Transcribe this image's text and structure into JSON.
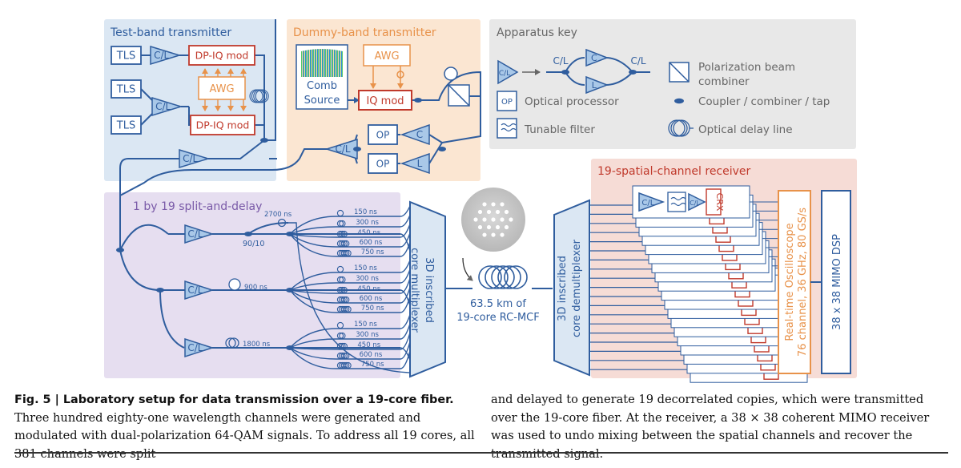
{
  "panels": {
    "test_band": "Test-band transmitter",
    "dummy_band": "Dummy-band transmitter",
    "key": "Apparatus key",
    "split_delay": "1 by 19 split-and-delay",
    "receiver": "19-spatial-channel receiver"
  },
  "labels": {
    "tls": "TLS",
    "cl": "C/L",
    "c": "C",
    "l": "L",
    "dpiq": "DP-IQ mod",
    "awg": "AWG",
    "comb1": "Comb",
    "comb2": "Source",
    "iqmod": "IQ mod",
    "op": "OP",
    "crx": "CRX",
    "ratio": "90/10",
    "delay_2700": "2700 ns",
    "delay_900": "900 ns",
    "delay_1800": "1800 ns",
    "delays": [
      "150 ns",
      "300 ns",
      "450 ns",
      "600 ns",
      "750 ns"
    ],
    "mux1": "3D inscribed",
    "mux2": "core multiplexer",
    "demux1": "3D inscribed",
    "demux2": "core demultiplexer",
    "fiber1": "63.5 km of",
    "fiber2": "19-core RC-MCF",
    "osc1": "Real-time Oscilloscope",
    "osc2": "76 channel, 36 GHz, 80 GS/s",
    "dsp": "38 x 38 MIMO DSP"
  },
  "key": {
    "pbc1": "Polarization beam",
    "pbc2": "combiner",
    "op": "Optical processor",
    "coupler": "Coupler / combiner / tap",
    "filter": "Tunable filter",
    "delay": "Optical delay line"
  },
  "caption": {
    "fig": "Fig. 5 | Laboratory setup for data transmission over a 19-core fiber.",
    "left_rest": " Three hundred eighty-one wavelength channels were generated and modulated with dual-polarization 64-QAM signals. To address all 19 cores, all 381 channels were split",
    "right": "and delayed to generate 19 decorrelated copies, which were transmitted over the 19-core fiber. At the receiver, a 38 × 38 coherent MIMO receiver was used to undo mixing between the spatial channels and recover the transmitted signal."
  },
  "colors": {
    "blue": "#2f5d9e",
    "amp_fill": "#a9c8e8",
    "red": "#c0392b",
    "orange": "#e8924a",
    "test_bg": "#dbe7f3",
    "dummy_bg": "#fbe6d2",
    "key_bg": "#e8e8e8",
    "split_bg": "#e6def0",
    "rx_bg": "#f6dcd6"
  }
}
